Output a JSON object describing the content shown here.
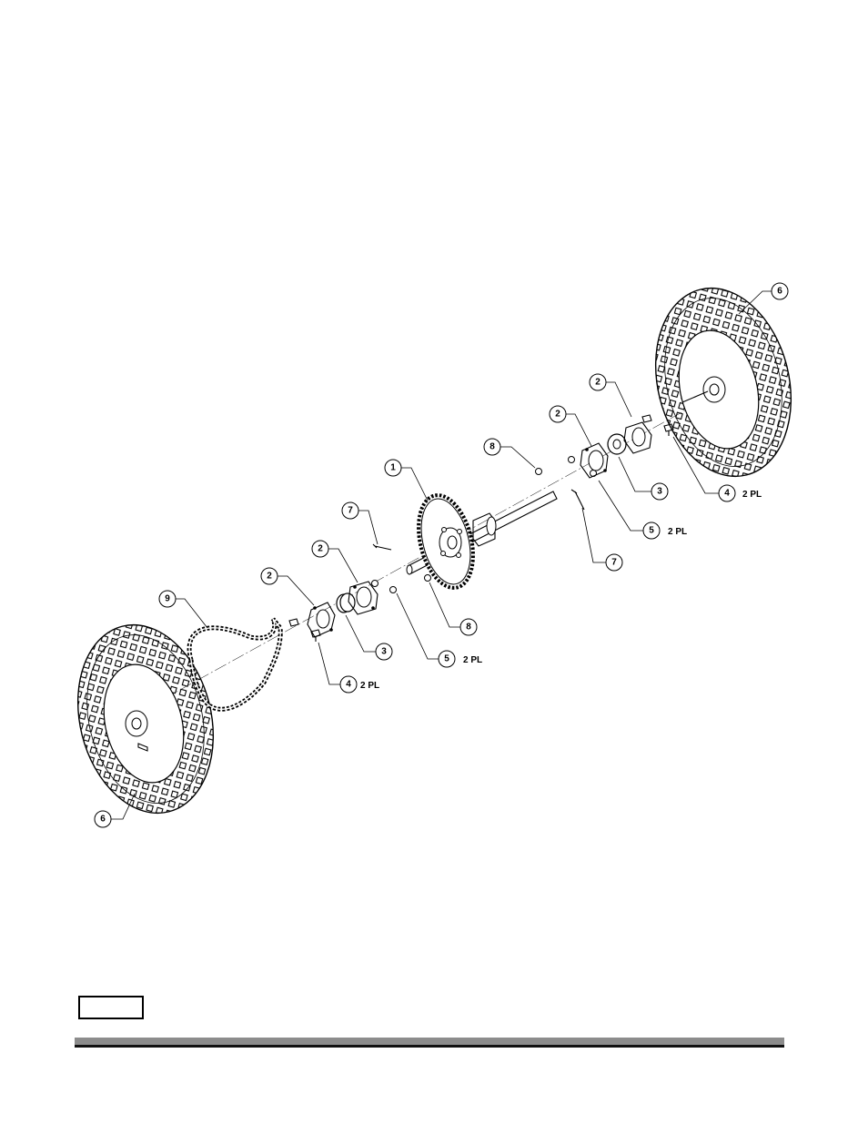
{
  "callouts": [
    {
      "num": "1"
    },
    {
      "num": "2"
    },
    {
      "num": "2"
    },
    {
      "num": "2"
    },
    {
      "num": "2"
    },
    {
      "num": "3"
    },
    {
      "num": "3"
    },
    {
      "num": "4"
    },
    {
      "num": "4"
    },
    {
      "num": "5"
    },
    {
      "num": "5"
    },
    {
      "num": "6"
    },
    {
      "num": "6"
    },
    {
      "num": "7"
    },
    {
      "num": "7"
    },
    {
      "num": "8"
    },
    {
      "num": "8"
    },
    {
      "num": "9"
    }
  ],
  "qty_label": "2 PL",
  "page_number": ""
}
